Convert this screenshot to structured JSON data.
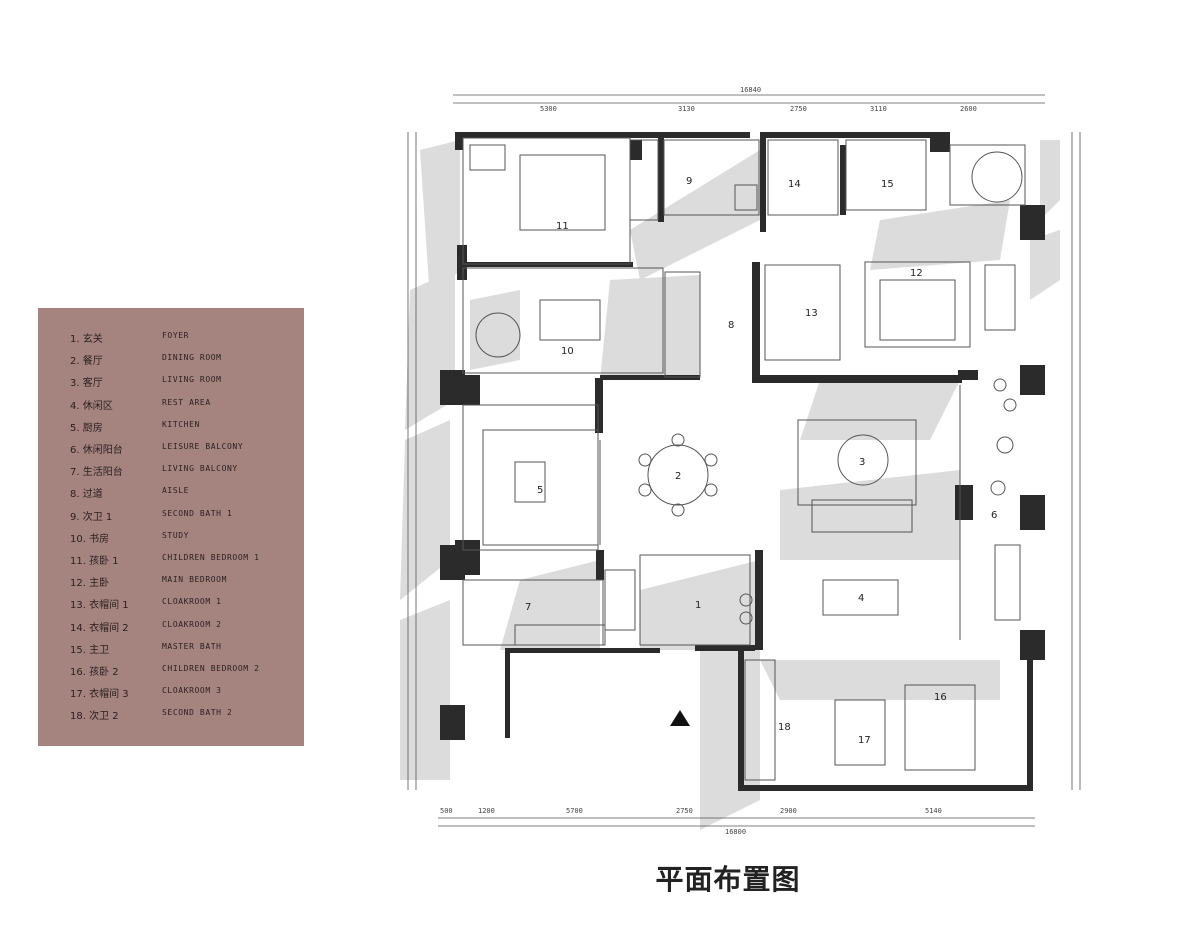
{
  "legend": {
    "items": [
      {
        "cn": "1. 玄关",
        "en": "FOYER"
      },
      {
        "cn": "2. 餐厅",
        "en": "DINING ROOM"
      },
      {
        "cn": "3. 客厅",
        "en": "LIVING ROOM"
      },
      {
        "cn": "4. 休闲区",
        "en": "REST AREA"
      },
      {
        "cn": "5. 厨房",
        "en": "KITCHEN"
      },
      {
        "cn": "6. 休闲阳台",
        "en": "LEISURE BALCONY"
      },
      {
        "cn": "7. 生活阳台",
        "en": "LIVING BALCONY"
      },
      {
        "cn": "8. 过道",
        "en": "AISLE"
      },
      {
        "cn": "9. 次卫 1",
        "en": "SECOND BATH 1"
      },
      {
        "cn": "10. 书房",
        "en": "STUDY"
      },
      {
        "cn": "11. 孩卧 1",
        "en": "CHILDREN BEDROOM 1"
      },
      {
        "cn": "12. 主卧",
        "en": "MAIN BEDROOM"
      },
      {
        "cn": "13. 衣帽间 1",
        "en": "CLOAKROOM 1"
      },
      {
        "cn": "14. 衣帽间 2",
        "en": "CLOAKROOM 2"
      },
      {
        "cn": "15. 主卫",
        "en": "MASTER BATH"
      },
      {
        "cn": "16. 孩卧 2",
        "en": "CHILDREN BEDROOM 2"
      },
      {
        "cn": "17. 衣帽间 3",
        "en": "CLOAKROOM 3"
      },
      {
        "cn": "18. 次卫 2",
        "en": "SECOND BATH 2"
      }
    ]
  },
  "plan": {
    "title": "平面布置图",
    "room_numbers": [
      "1",
      "2",
      "3",
      "4",
      "5",
      "6",
      "7",
      "8",
      "9",
      "10",
      "11",
      "12",
      "13",
      "14",
      "15",
      "16",
      "17",
      "18"
    ],
    "top_dims": [
      "5300",
      "3130",
      "2750",
      "3110",
      "2600"
    ],
    "top_total": "16840",
    "bottom_dims": [
      "500",
      "1200",
      "5700",
      "2750",
      "2900",
      "5140"
    ],
    "bottom_total": "16800"
  },
  "colors": {
    "legend_bg": "#a58480",
    "wall": "#2b2b2b",
    "shadow": "#d9d9d9",
    "line": "#555555"
  }
}
